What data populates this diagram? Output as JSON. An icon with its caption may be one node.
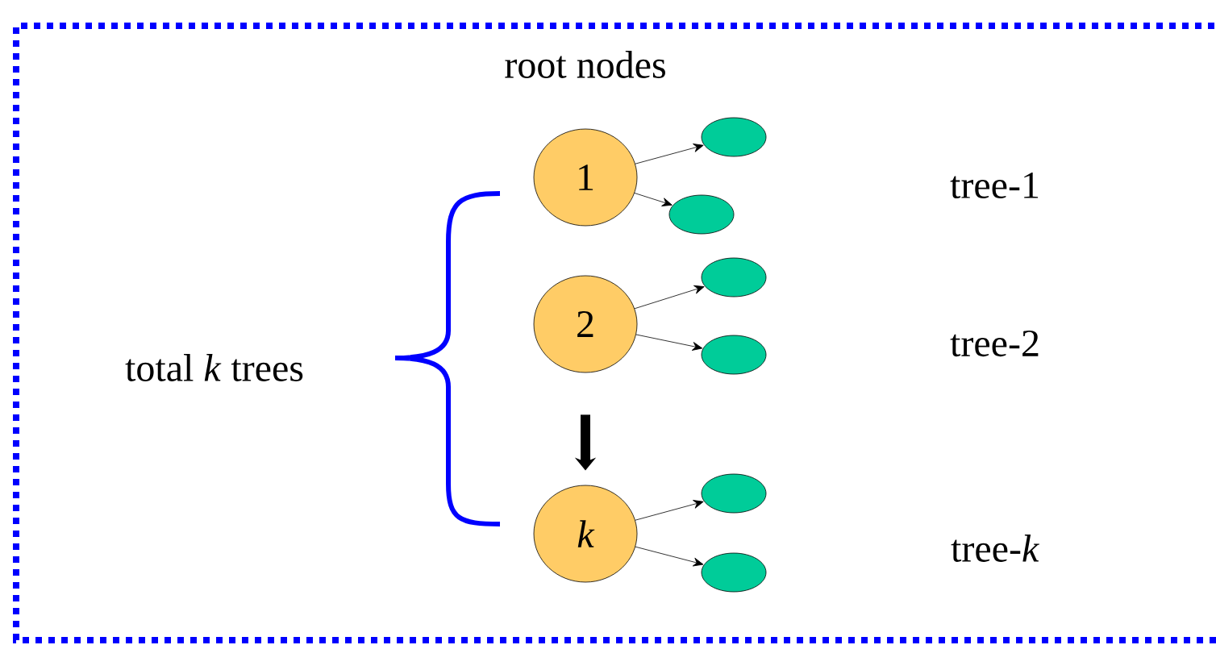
{
  "diagram": {
    "nodes": [
      {
        "text": [
          "1"
        ]
      },
      {
        "text": [],
        "shape": "ellipse"
      },
      {
        "text": [],
        "shape": "ellipse"
      },
      {
        "text": [
          "2"
        ]
      },
      {
        "text": [],
        "shape": "ellipse"
      },
      {
        "text": [],
        "shape": "ellipse"
      },
      {
        "text": [
          "k"
        ]
      },
      {
        "text": [],
        "shape": "ellipse"
      },
      {
        "text": [],
        "shape": "ellipse"
      }
    ],
    "edges": [
      {
        "from": 0,
        "to": 1,
        "arrow": "to"
      },
      {
        "from": 0,
        "to": 2,
        "arrow": "to"
      },
      {
        "from": 3,
        "to": 4,
        "arrow": "to"
      },
      {
        "from": 3,
        "to": 5,
        "arrow": "to"
      },
      {
        "from": 3,
        "to": 6,
        "arrow": "to",
        "style": "thick"
      },
      {
        "from": 6,
        "to": 7,
        "arrow": "to"
      },
      {
        "from": 6,
        "to": 8,
        "arrow": "to"
      }
    ],
    "labels": [
      "root nodes",
      "tree-1",
      "total *k* trees",
      "tree-2",
      "tree-*k*"
    ]
  }
}
